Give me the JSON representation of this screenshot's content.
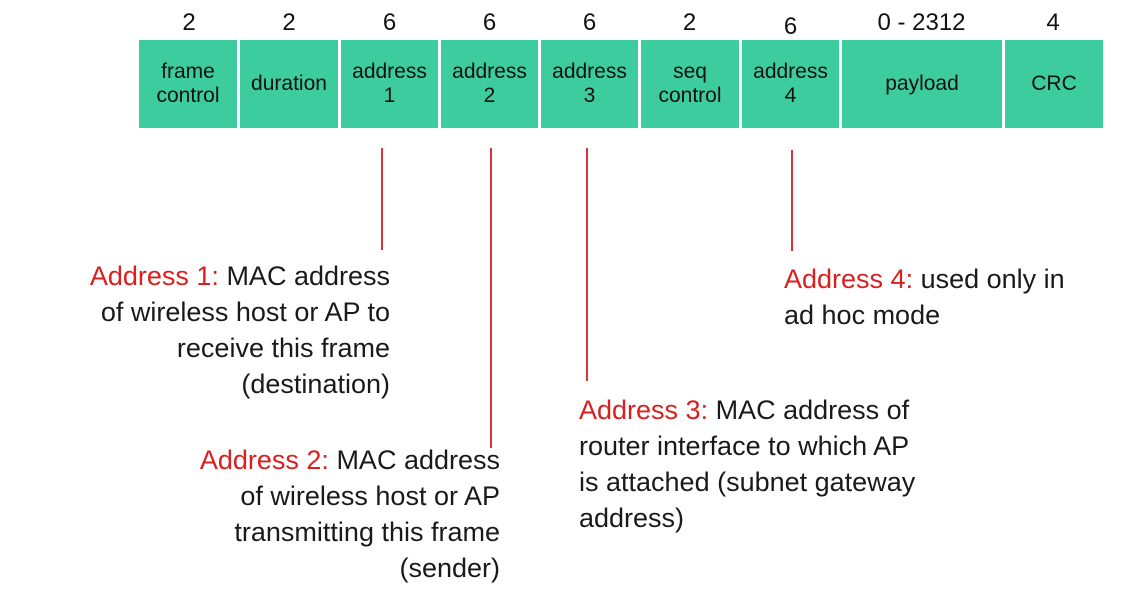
{
  "colors": {
    "field_fill": "#3ccc9d",
    "highlight": "#d9201f",
    "connector": "#d9343c"
  },
  "fields": [
    {
      "size": "2",
      "label": "frame\ncontrol"
    },
    {
      "size": "2",
      "label": "duration"
    },
    {
      "size": "6",
      "label": "address\n1"
    },
    {
      "size": "6",
      "label": "address\n2"
    },
    {
      "size": "6",
      "label": "address\n3"
    },
    {
      "size": "2",
      "label": "seq\ncontrol"
    },
    {
      "size": "6",
      "label": "address\n4"
    },
    {
      "size": "0 - 2312",
      "label": "payload"
    },
    {
      "size": "4",
      "label": "CRC"
    }
  ],
  "annotations": {
    "address1": {
      "title": "Address 1:",
      "lead": " MAC address",
      "lines": [
        "of wireless host or AP  to",
        "receive this frame",
        "(destination)"
      ]
    },
    "address2": {
      "title": "Address 2:",
      "lead": " MAC address",
      "lines": [
        "of wireless host or AP",
        "transmitting this frame",
        "(sender)"
      ]
    },
    "address3": {
      "title": "Address 3:",
      "lead": " MAC address of",
      "lines": [
        "router interface to which AP",
        "is attached (subnet gateway",
        "address)"
      ]
    },
    "address4": {
      "title": "Address 4:",
      "lead": " used only in",
      "lines": [
        "ad hoc mode"
      ]
    }
  }
}
